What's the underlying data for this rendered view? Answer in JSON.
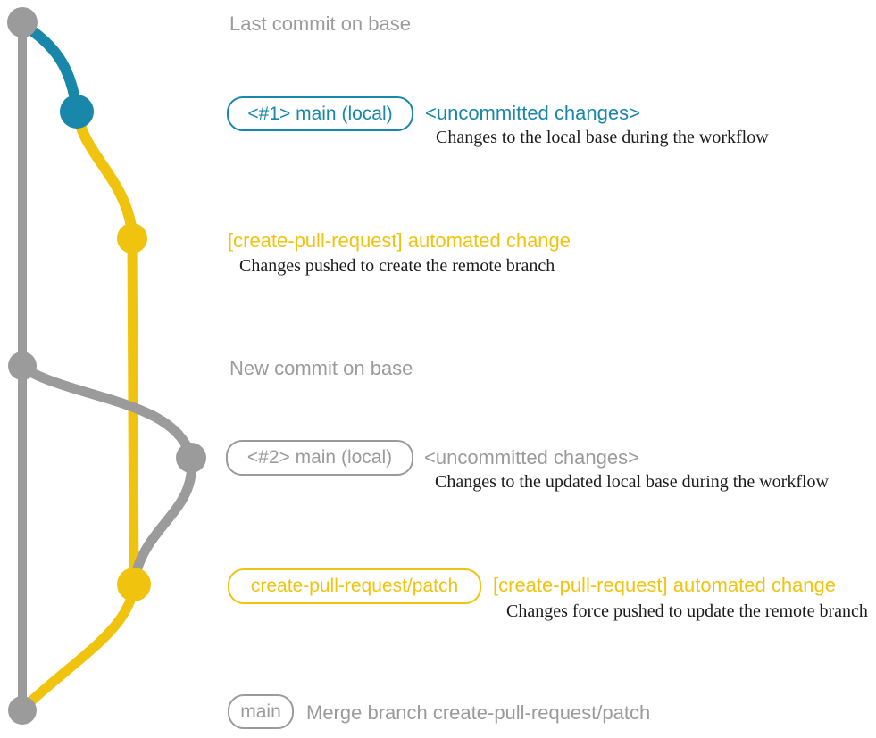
{
  "colors": {
    "gray": "#9b9b9b",
    "blue": "#1987a9",
    "yellow": "#f0c30f",
    "ink": "#1c1c1c",
    "bg": "#ffffff"
  },
  "labels": {
    "last_commit_on_base": "Last commit on base",
    "new_commit_on_base": "New commit on base"
  },
  "rows": {
    "row1": {
      "badge": "<#1> main (local)",
      "title": "<uncommitted changes>",
      "desc": "Changes to the local base during the workflow"
    },
    "row2": {
      "title": "[create-pull-request] automated change",
      "desc": "Changes pushed to create the remote branch"
    },
    "row3": {
      "badge": "<#2> main (local)",
      "title": "<uncommitted changes>",
      "desc": "Changes to the updated local base during the workflow"
    },
    "row4": {
      "badge": "create-pull-request/patch",
      "title": "[create-pull-request] automated change",
      "desc": "Changes force pushed to update the remote branch"
    },
    "row5": {
      "badge": "main",
      "title": "Merge branch create-pull-request/patch"
    }
  },
  "graph": {
    "type": "git-graph",
    "branches": [
      {
        "name": "base",
        "color": "gray"
      },
      {
        "name": "main (local)",
        "color": "blue"
      },
      {
        "name": "create-pull-request/patch",
        "color": "yellow"
      }
    ],
    "nodes": [
      {
        "id": "last-commit-on-base",
        "color": "gray",
        "label": "Last commit on base"
      },
      {
        "id": "uncommitted-changes-1",
        "color": "blue",
        "label": "<#1> main (local) <uncommitted changes>"
      },
      {
        "id": "automated-change-1",
        "color": "yellow",
        "label": "[create-pull-request] automated change"
      },
      {
        "id": "new-commit-on-base",
        "color": "gray",
        "label": "New commit on base"
      },
      {
        "id": "uncommitted-changes-2",
        "color": "gray",
        "label": "<#2> main (local) <uncommitted changes>"
      },
      {
        "id": "automated-change-2",
        "color": "yellow",
        "label": "create-pull-request/patch [create-pull-request] automated change"
      },
      {
        "id": "merge-commit",
        "color": "gray",
        "label": "main Merge branch create-pull-request/patch"
      }
    ]
  }
}
